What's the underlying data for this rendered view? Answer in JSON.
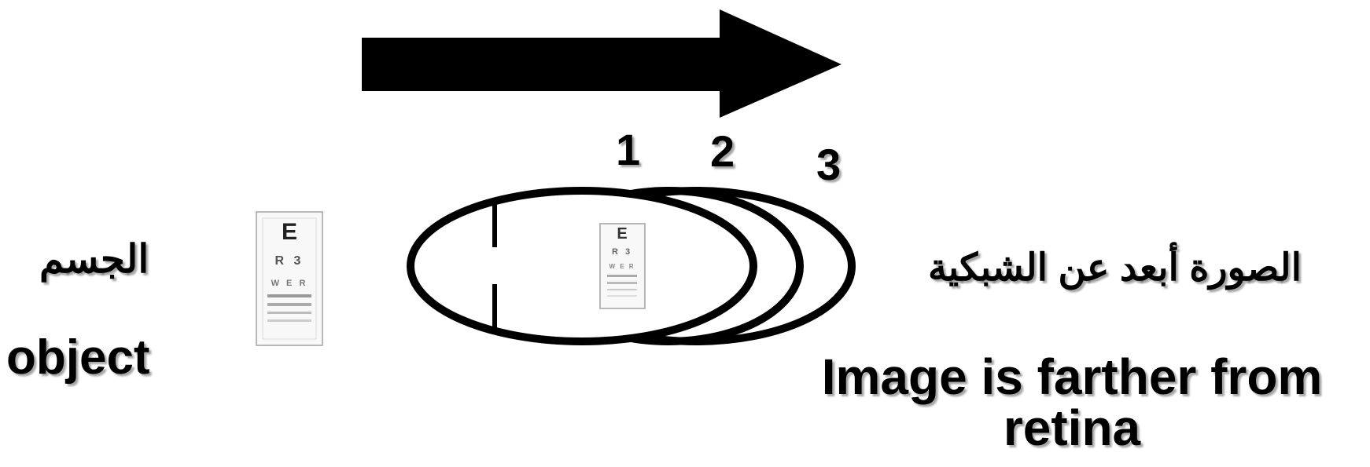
{
  "labels": {
    "object_ar": "الجسم",
    "object_en": "object",
    "image_ar": "الصورة أبعد عن الشبكية",
    "image_en": "Image is farther from retina"
  },
  "eye_positions": [
    "1",
    "2",
    "3"
  ],
  "eye_chart": {
    "line1": "E",
    "line2": "R 3",
    "line3": "W E R"
  },
  "colors": {
    "ink": "#000000",
    "background": "#ffffff",
    "chart_border": "#b8b8b8"
  },
  "icons": {
    "arrow": "right-arrow",
    "chart": "eye-chart"
  }
}
